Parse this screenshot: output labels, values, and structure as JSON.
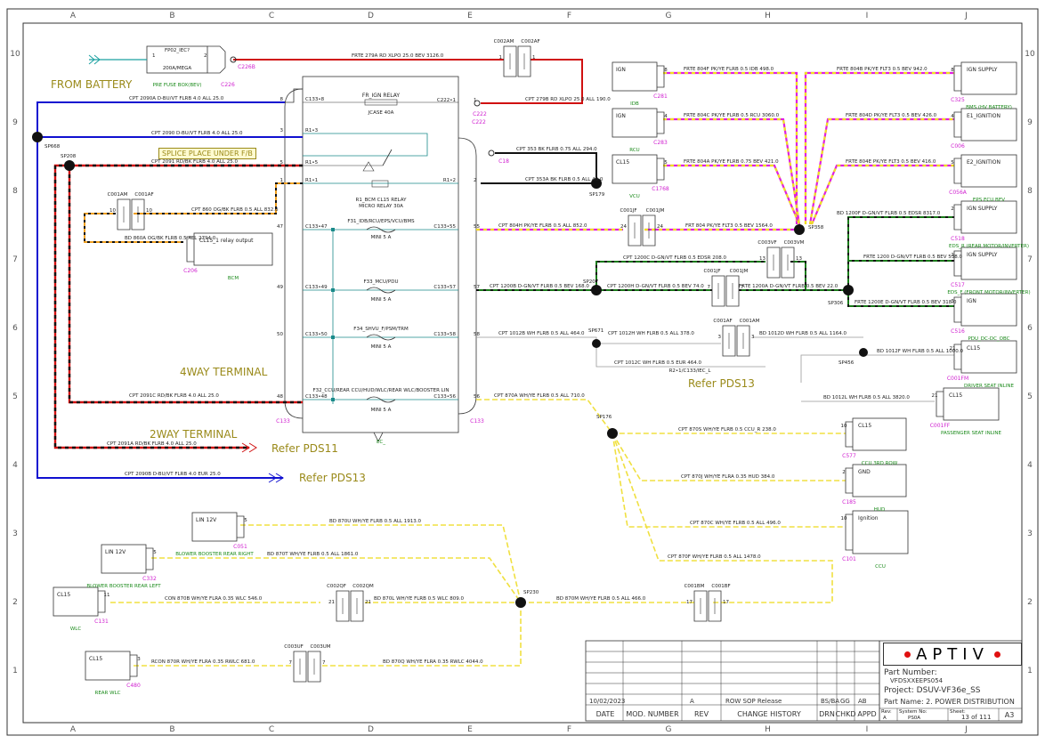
{
  "grid": {
    "cols": [
      "A",
      "B",
      "C",
      "D",
      "E",
      "F",
      "G",
      "H",
      "I",
      "J"
    ],
    "rows": [
      "10",
      "9",
      "8",
      "7",
      "6",
      "5",
      "4",
      "3",
      "2",
      "1"
    ]
  },
  "labels": {
    "from_battery": "FROM BATTERY",
    "splice_place": "SPLICE PLACE UNDER F/B",
    "four_way": "4WAY TERMINAL",
    "two_way": "2WAY TERMINAL",
    "refer_pds11": "Refer PDS11",
    "refer_pds13a": "Refer PDS13",
    "refer_pds13b": "Refer PDS13"
  },
  "fuse_box": {
    "top": "FP02_IEC?",
    "inner": "200A/MEGA",
    "name": "PRE FUSE BOX(BEV)",
    "conn": "C226",
    "conn2": "C226B",
    "pin1": "1",
    "pin2": "2"
  },
  "relay_box": {
    "fr_ign": "FR_IGN RELAY",
    "jcase": "JCASE 40A",
    "r1_bcm": "R1_BCM CL15 RELAY",
    "micro": "MICRO RELAY 30A",
    "f31": "F31_IDB/RCU/EPS/VCU/BMS",
    "f33": "F33_MCU/PDU",
    "f34": "F34_SHVU_F/PSM/TRM",
    "f32": "F32_CCU/REAR CCU/HUD/WLC/REAR WLC/BOOSTER LIN",
    "mini": "MINI 5 A",
    "c222": "C222",
    "c133": "C133",
    "ec": "EC_"
  },
  "pins_left": [
    "C133•8",
    "R1•3",
    "R1•5",
    "R1•1",
    "C133•47",
    "C133•49",
    "C133•50",
    "C133•48"
  ],
  "pins_left_num": [
    "8",
    "3",
    "5",
    "1",
    "47",
    "49",
    "50",
    "48"
  ],
  "pins_right": [
    "C222•1",
    "R1•2",
    "C133•55",
    "C133•57",
    "C133•58",
    "C133•56"
  ],
  "pins_right_num": [
    "1",
    "2",
    "55",
    "57",
    "58",
    "56"
  ],
  "wires": {
    "frte279a": "FRTE  279A  RD  XLPO  25.0  BEV   3126.0",
    "cpt2090a": "CPT  2090A  D-BU/VT  FLRB  4.0  ALL   25.0",
    "cpt2090": "CPT  2090  D-BU/VT  FLRB  4.0  ALL   25.0",
    "cpt2091": "CPT  2091  RD/BK  FLRB  4.0  ALL   25.0",
    "cpt860": "CPT  860  OG/BK  FLRB  0.5  ALL   832.0",
    "bd860a": "BD  860A  OG/BK  FLRB  0.5  ALL   2794.0",
    "cpt279b": "CPT  279B  RD  XLPO  25.0  ALL   190.0",
    "cpt353": "CPT  353  BK  FLRB  0.75  ALL   294.0",
    "cpt353a": "CPT  353A  BK  FLRB  0.5  ALL   40.0",
    "cpt804h": "CPT  804H  PK/YE  FLRB  0.5  ALL   852.0",
    "frt804": "FRT  804  PK/YE  FLT3  0.5  BEV   1564.0",
    "cpt1200b": "CPT  1200B  D-GN/VT  FLRB  0.5  BEV   168.0",
    "cpt1200h": "CPT  1200H  D-GN/VT  FLRB  0.5  BEV   74.0",
    "frte1200a": "FRTE  1200A  D-GN/VT  FLRB  0.5  BEV   22.0",
    "cpt1200c": "CPT  1200C  D-GN/VT  FLRB  0.5  EDSR   208.0",
    "cpt1012b": "CPT  1012B  WH  FLRB  0.5  ALL   464.0",
    "cpt1012h": "CPT  1012H  WH  FLRB  0.5  ALL   378.0",
    "cpt1012c": "CPT  1012C  WH  FLRB  0.5  EUR   464.0",
    "bd1012d": "BD  1012D  WH  FLRB  0.5  ALL   1164.0",
    "bd1012f": "BD  1012F  WH  FLRB  0.5  ALL   1000.0",
    "bd1012l": "BD  1012L  WH  FLRB  0.5  ALL   3820.0",
    "cpt2091c": "CPT  2091C  RD/BK  FLRB  4.0  ALL   25.0",
    "cpt870a": "CPT  870A  WH/YE  FLRB  0.5  ALL   710.0",
    "cpt2091a": "CPT  2091A  RD/BK  FLRB  4.0  ALL   25.0",
    "cpt2090b": "CPT  2090B  D-BU/VT  FLRB  4.0  EUR   25.0",
    "frte804f": "FRTE  804F  PK/YE  FLRB  0.5  IDB   498.0",
    "frte804c": "FRTE  804C  PK/YE  FLRB  0.5  RCU   3060.0",
    "frte804a": "FRTE  804A  PK/YE  FLRB  0.75  BEV   421.0",
    "frte804b": "FRTE  804B  PK/YE  FLT3  0.5  BEV   942.0",
    "frte804d": "FRTE  804D  PK/YE  FLT3  0.5  BEV   426.0",
    "frte804e": "FRTE  804E  PK/YE  FLT3  0.5  BEV   416.0",
    "bd1200f": "BD  1200F  D-GN/VT  FLRB  0.5  EDSR   8317.0",
    "frte1200": "FRTE  1200  D-GN/VT  FLRB  0.5  BEV   538.0",
    "frte1200e": "FRTE  1200E  D-GN/VT  FLRB  0.5  BEV   318.0",
    "cpt870s": "CPT  870S  WH/YE  FLRB  0.5  CCU_R   238.0",
    "cpt870j": "CPT  870J  WH/YE  FLRA  0.35  HUD   384.0",
    "cpt870c": "CPT  870C  WH/YE  FLRB  0.5  ALL   496.0",
    "cpt870f": "CPT  870F  WH/YE  FLRB  0.5  ALL   1478.0",
    "bd870u": "BD  870U  WH/YE  FLRB  0.5  ALL   1913.0",
    "bd870t": "BD  870T  WH/YE  FLRB  0.5  ALL   1861.0",
    "con870b": "CON  870B  WH/YE  FLRA  0.35  WLC   546.0",
    "bd870l": "BD  870L  WH/YE  FLRB  0.5  WLC   809.0",
    "bd870m": "BD  870M  WH/YE  FLRB  0.5  ALL   466.0",
    "rcon870r": "RCON  870R  WH/YE  FLRA  0.35  RWLC   681.0",
    "bd870q": "BD  870Q  WH/YE  FLRA  0.35  RWLC   4044.0"
  },
  "splices": {
    "sp668": "SP668",
    "sp208": "SP208",
    "sp179": "SP179",
    "sp358": "SP358",
    "sp207": "SP207",
    "sp306": "SP306",
    "sp671": "SP671",
    "sp456": "SP456",
    "sp176": "SP176",
    "sp230": "SP230"
  },
  "connectors": {
    "c002am": "C002AM",
    "c002af": "C002AF",
    "c001am_a": "C001AM",
    "c001af_a": "C001AF",
    "c001jf_a": "C001JF",
    "c001jm_a": "C001JM",
    "c003vf": "C003VF",
    "c003vm": "C003VM",
    "c001jf_b": "C001JF",
    "c001jm_b": "C001JM",
    "c001af_b": "C001AF",
    "c001am_b": "C001AM",
    "c002qf": "C002QF",
    "c002qm": "C002QM",
    "c001bm": "C001BM",
    "c001bf": "C001BF",
    "c003uf": "C003UF",
    "c003um": "C003UM",
    "c18": "C18",
    "c222": "C222",
    "r2_label": "R2•1/C133/IEC_L"
  },
  "components": {
    "bcm": {
      "text": "CL15_1 relay output",
      "name": "BCM",
      "conn": "C206"
    },
    "idb": {
      "text": "IGN",
      "name": "IDB",
      "conn": "C281",
      "pin": "8"
    },
    "rcu": {
      "text": "IGN",
      "name": "RCU",
      "conn": "C283",
      "pin": "4"
    },
    "vcu": {
      "text": "CL15",
      "name": "VCU",
      "conn": "C1768",
      "pin": "5"
    },
    "bms": {
      "text": "IGN SUPPLY",
      "name": "BMS (HV BATTERY)",
      "conn": "C325",
      "pin": "8"
    },
    "e1": {
      "text": "E1_IGNITION",
      "name": "",
      "conn": "C006",
      "pin": "4"
    },
    "eps": {
      "text": "E2_IGNITION",
      "name": "EPS ECU BEV",
      "conn": "C056A",
      "pin": "5"
    },
    "mcu_r": {
      "text": "IGN SUPPLY",
      "name": "EDS_R (REAR MOTOR/INVERTER)",
      "conn": "C518",
      "pin": "2"
    },
    "mcu_f": {
      "text": "IGN SUPPLY",
      "name": "EDS_F (FRONT MOTOR/INVERTER)",
      "conn": "C517",
      "pin": "2"
    },
    "pdu": {
      "text": "IGN",
      "name": "PDU_DC-DC_OBC",
      "conn": "C516",
      "pin": "3"
    },
    "driver": {
      "text": "CL15",
      "name": "DRIVER SEAT INLINE",
      "conn": "C001FM",
      "pin": "21"
    },
    "pass": {
      "text": "CL15",
      "name": "PASSENGER SEAT INLINE",
      "conn": "C001FF",
      "pin": "21"
    },
    "ccu3": {
      "text": "CL15",
      "name": "CCU 3RD ROW",
      "conn": "C577",
      "pin": "10"
    },
    "hud": {
      "text": "GND",
      "name": "HUD",
      "conn": "C185",
      "pin": "2"
    },
    "ccu": {
      "text": "Ignition",
      "name": "CCU",
      "conn": "C101",
      "pin": "10"
    },
    "blower_r": {
      "text": "LIN 12V",
      "name": "BLOWER BOOSTER REAR RIGHT",
      "conn": "C051",
      "pin": "5"
    },
    "blower_l": {
      "text": "LIN 12V",
      "name": "BLOWER BOOSTER REAR LEFT",
      "conn": "C332",
      "pin": "5"
    },
    "wlc": {
      "text": "CL15",
      "name": "WLC",
      "conn": "C131",
      "pin": "11"
    },
    "rwlc": {
      "text": "CL15",
      "name": "REAR WLC",
      "conn": "C480",
      "pin": "3"
    }
  },
  "conn_pins": {
    "c002a": [
      "1",
      "1"
    ],
    "c001a": [
      "10",
      "10"
    ],
    "c001j": [
      "24",
      "24"
    ],
    "c003v": [
      "13",
      "13"
    ],
    "c001j2": [
      "7",
      "7"
    ],
    "c001a2": [
      "3",
      "3"
    ],
    "c002q": [
      "21",
      "21"
    ],
    "c001b": [
      "17",
      "17"
    ],
    "c003u": [
      "7",
      "7"
    ]
  },
  "title_block": {
    "logo": "APTIV",
    "part_number_label": "Part Number:",
    "part_number": "VFDSXXEEPS054",
    "project": "Project: DSUV-VF36e_SS",
    "part_name": "Part Name:  2. POWER DISTRIBUTION",
    "date_val": "10/02/2023",
    "rev_val": "A",
    "change_val": "ROW SOP Release",
    "drn_val": "BS/BA",
    "chkd_val": "GG",
    "appd_val": "AB",
    "date": "DATE",
    "mod": "MOD. NUMBER",
    "rev": "REV",
    "change": "CHANGE HISTORY",
    "drn": "DRN",
    "chkd": "CHKD",
    "appd": "APPD",
    "rev_label": "Rev:",
    "rev_a": "A",
    "sys_label": "System No:",
    "sys": "PS0A",
    "sheet_label": "Sheet:",
    "sheet": "13  of  111",
    "size": "A3"
  }
}
